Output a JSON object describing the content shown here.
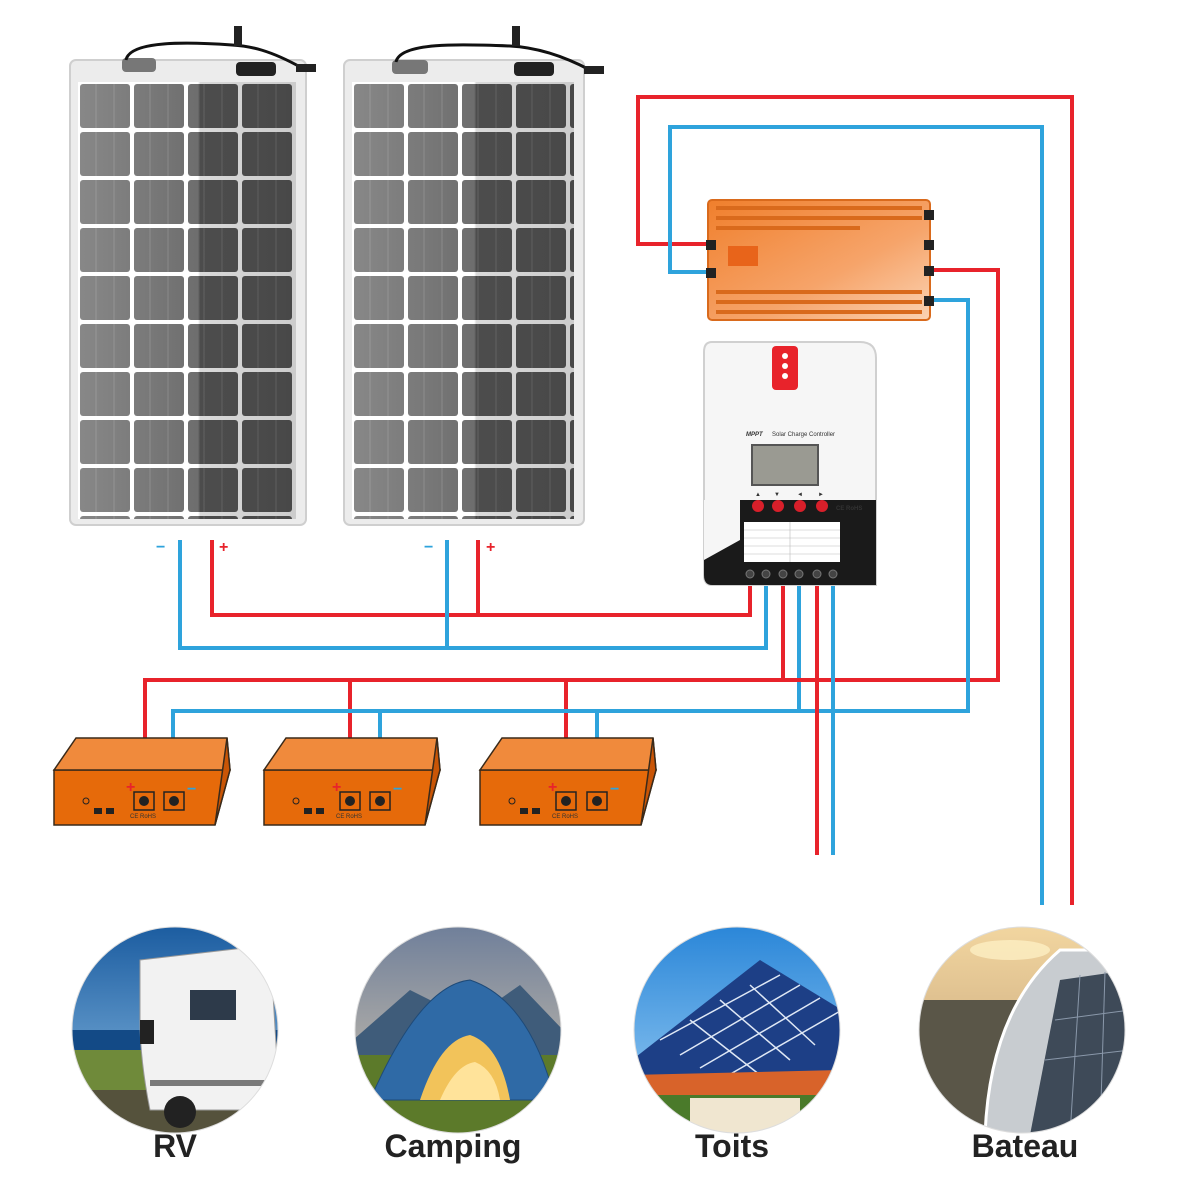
{
  "colors": {
    "positive_wire": "#e8232b",
    "negative_wire": "#2ea3dc",
    "battery": "#e66a0a",
    "inverter": "#f08a3c",
    "panel_cell": "#555555"
  },
  "panels": [
    {
      "negative_label": "−",
      "positive_label": "+"
    },
    {
      "negative_label": "−",
      "positive_label": "+"
    }
  ],
  "controller": {
    "brand": "MPPT",
    "title": "Solar Charge Controller",
    "cert": "CE RoHS",
    "buttons": [
      "▲",
      "▼",
      "◄",
      "►"
    ]
  },
  "batteries": [
    {
      "positive_label": "+",
      "negative_label": "−",
      "cert": "CE RoHS"
    },
    {
      "positive_label": "+",
      "negative_label": "−",
      "cert": "CE RoHS"
    },
    {
      "positive_label": "+",
      "negative_label": "−",
      "cert": "CE RoHS"
    }
  ],
  "applications": [
    {
      "label": "RV",
      "icon": "rv-camper-photo"
    },
    {
      "label": "Camping",
      "icon": "tent-photo"
    },
    {
      "label": "Toits",
      "icon": "rooftop-solar-photo"
    },
    {
      "label": "Bateau",
      "icon": "boat-solar-photo"
    }
  ]
}
